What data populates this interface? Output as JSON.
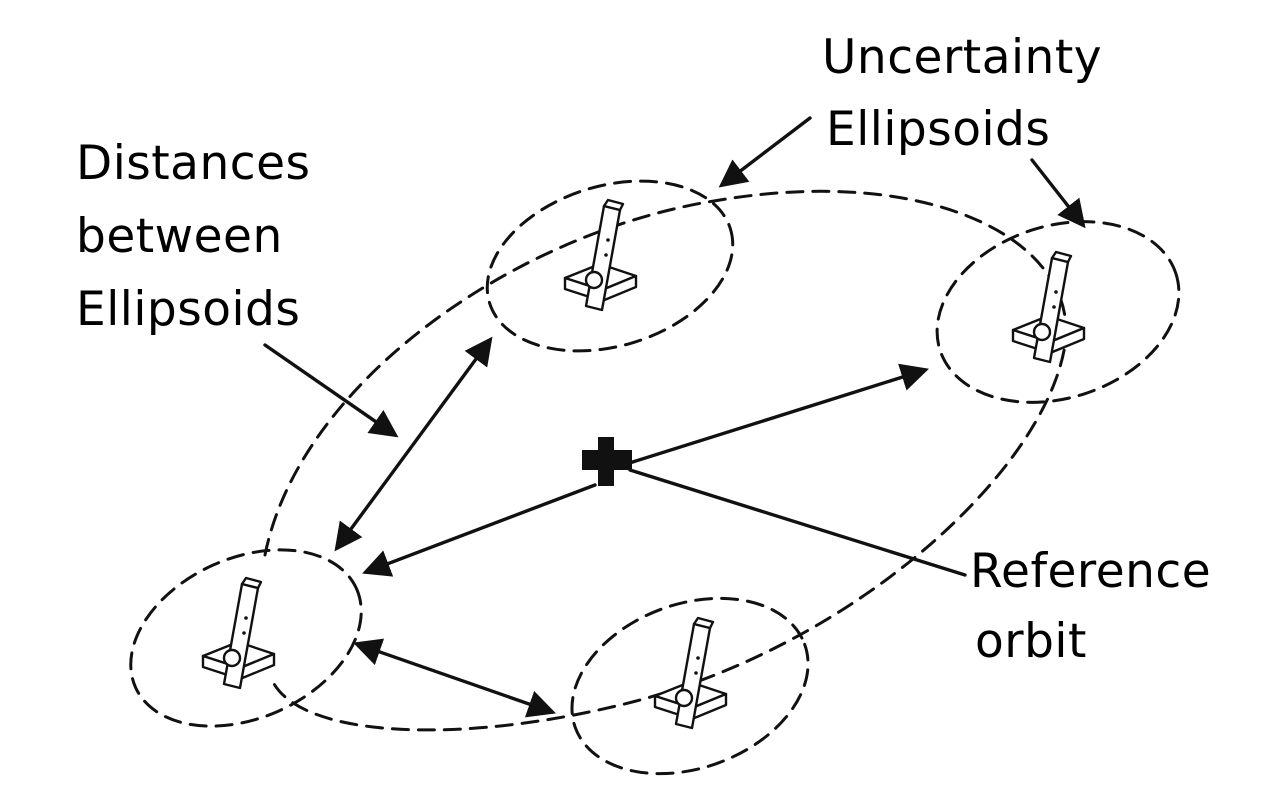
{
  "labels": {
    "distances": [
      "Distances",
      "between",
      "Ellipsoids"
    ],
    "uncertainty": [
      "Uncertainty",
      "Ellipsoids"
    ],
    "reference": [
      "Reference",
      "orbit"
    ]
  },
  "icons": {
    "satellite": "satellite-icon",
    "reference_point": "plus-icon"
  },
  "colors": {
    "ink": "#111111",
    "background": "#ffffff"
  }
}
